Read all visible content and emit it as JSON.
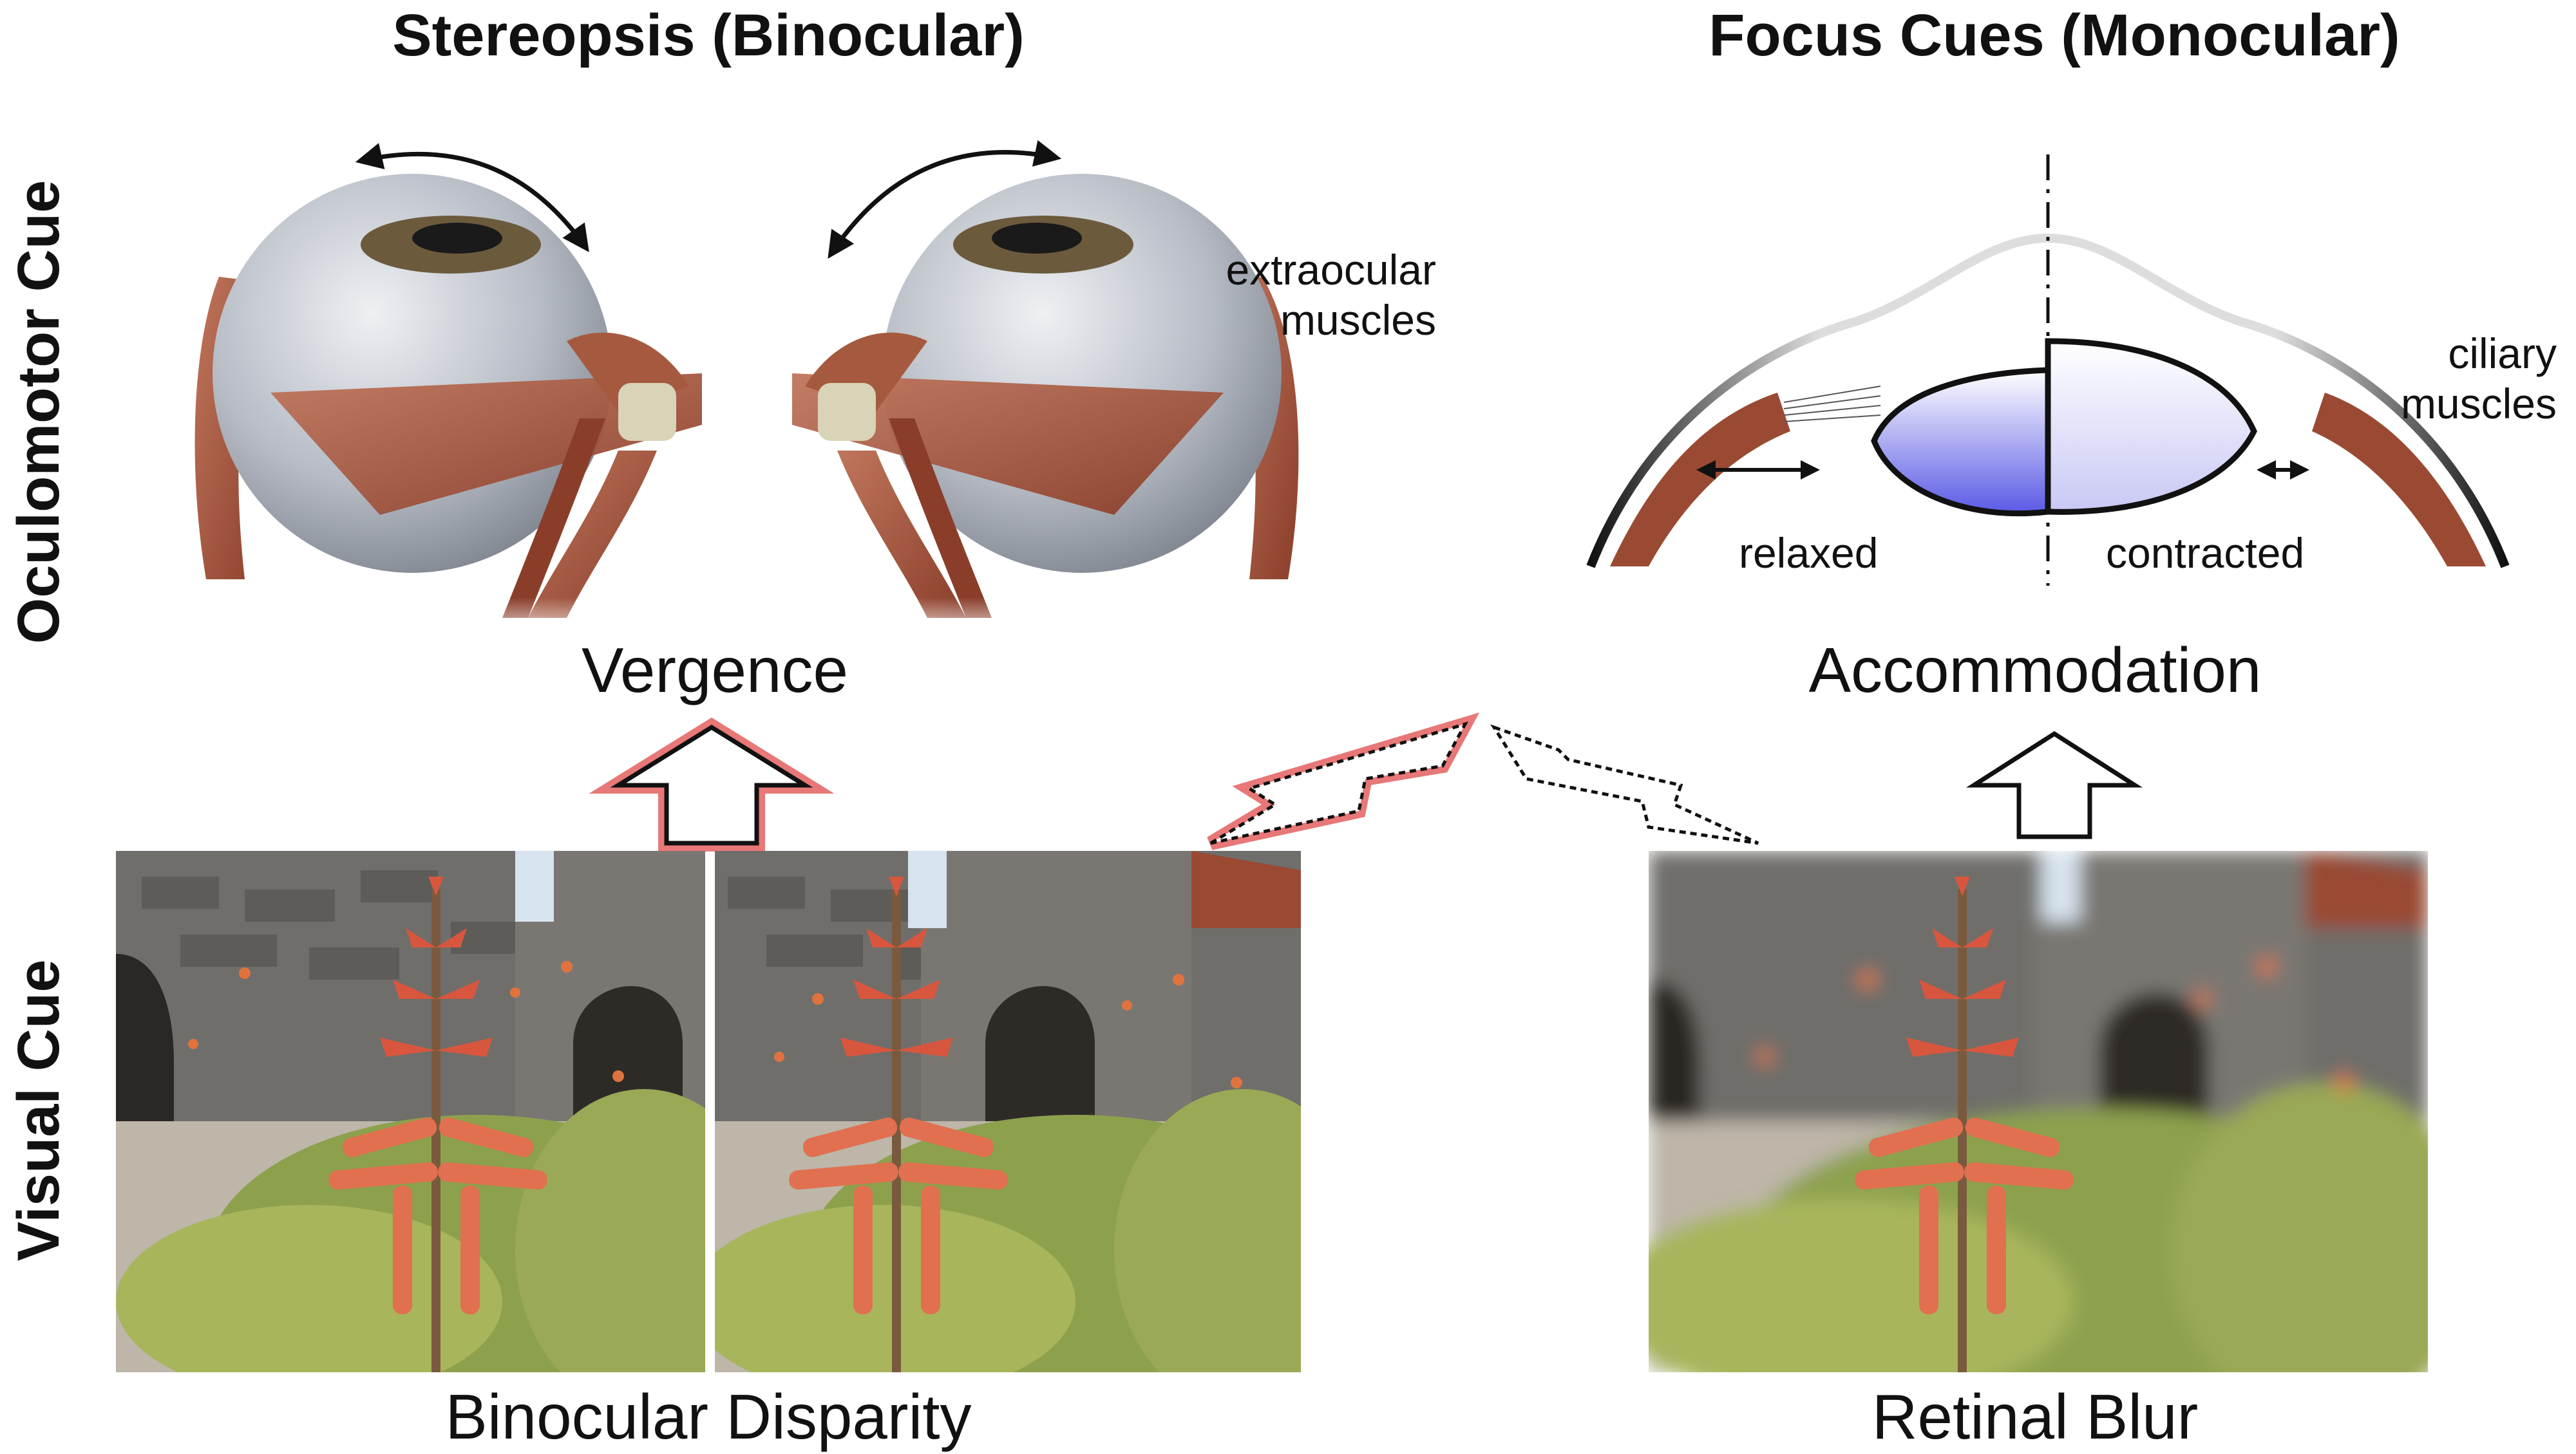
{
  "headers": {
    "stereopsis": "Stereopsis (Binocular)",
    "focus": "Focus Cues (Monocular)"
  },
  "rows": {
    "oculomotor": "Oculomotor Cue",
    "visual": "Visual Cue"
  },
  "oculomotor_cues": {
    "vergence": "Vergence",
    "accommodation": "Accommodation"
  },
  "visual_cues": {
    "disparity": "Binocular Disparity",
    "blur": "Retinal Blur"
  },
  "annotations": {
    "extraocular_line1": "extraocular",
    "extraocular_line2": "muscles",
    "ciliary_line1": "ciliary",
    "ciliary_line2": "muscles",
    "relaxed": "relaxed",
    "contracted": "contracted"
  },
  "colors": {
    "muscle": "#9a4a33",
    "eyeball": "#b9bec6",
    "lens_tint": "#5a5ae6",
    "highlight_arrow": "#e87878",
    "outline": "#111111"
  }
}
